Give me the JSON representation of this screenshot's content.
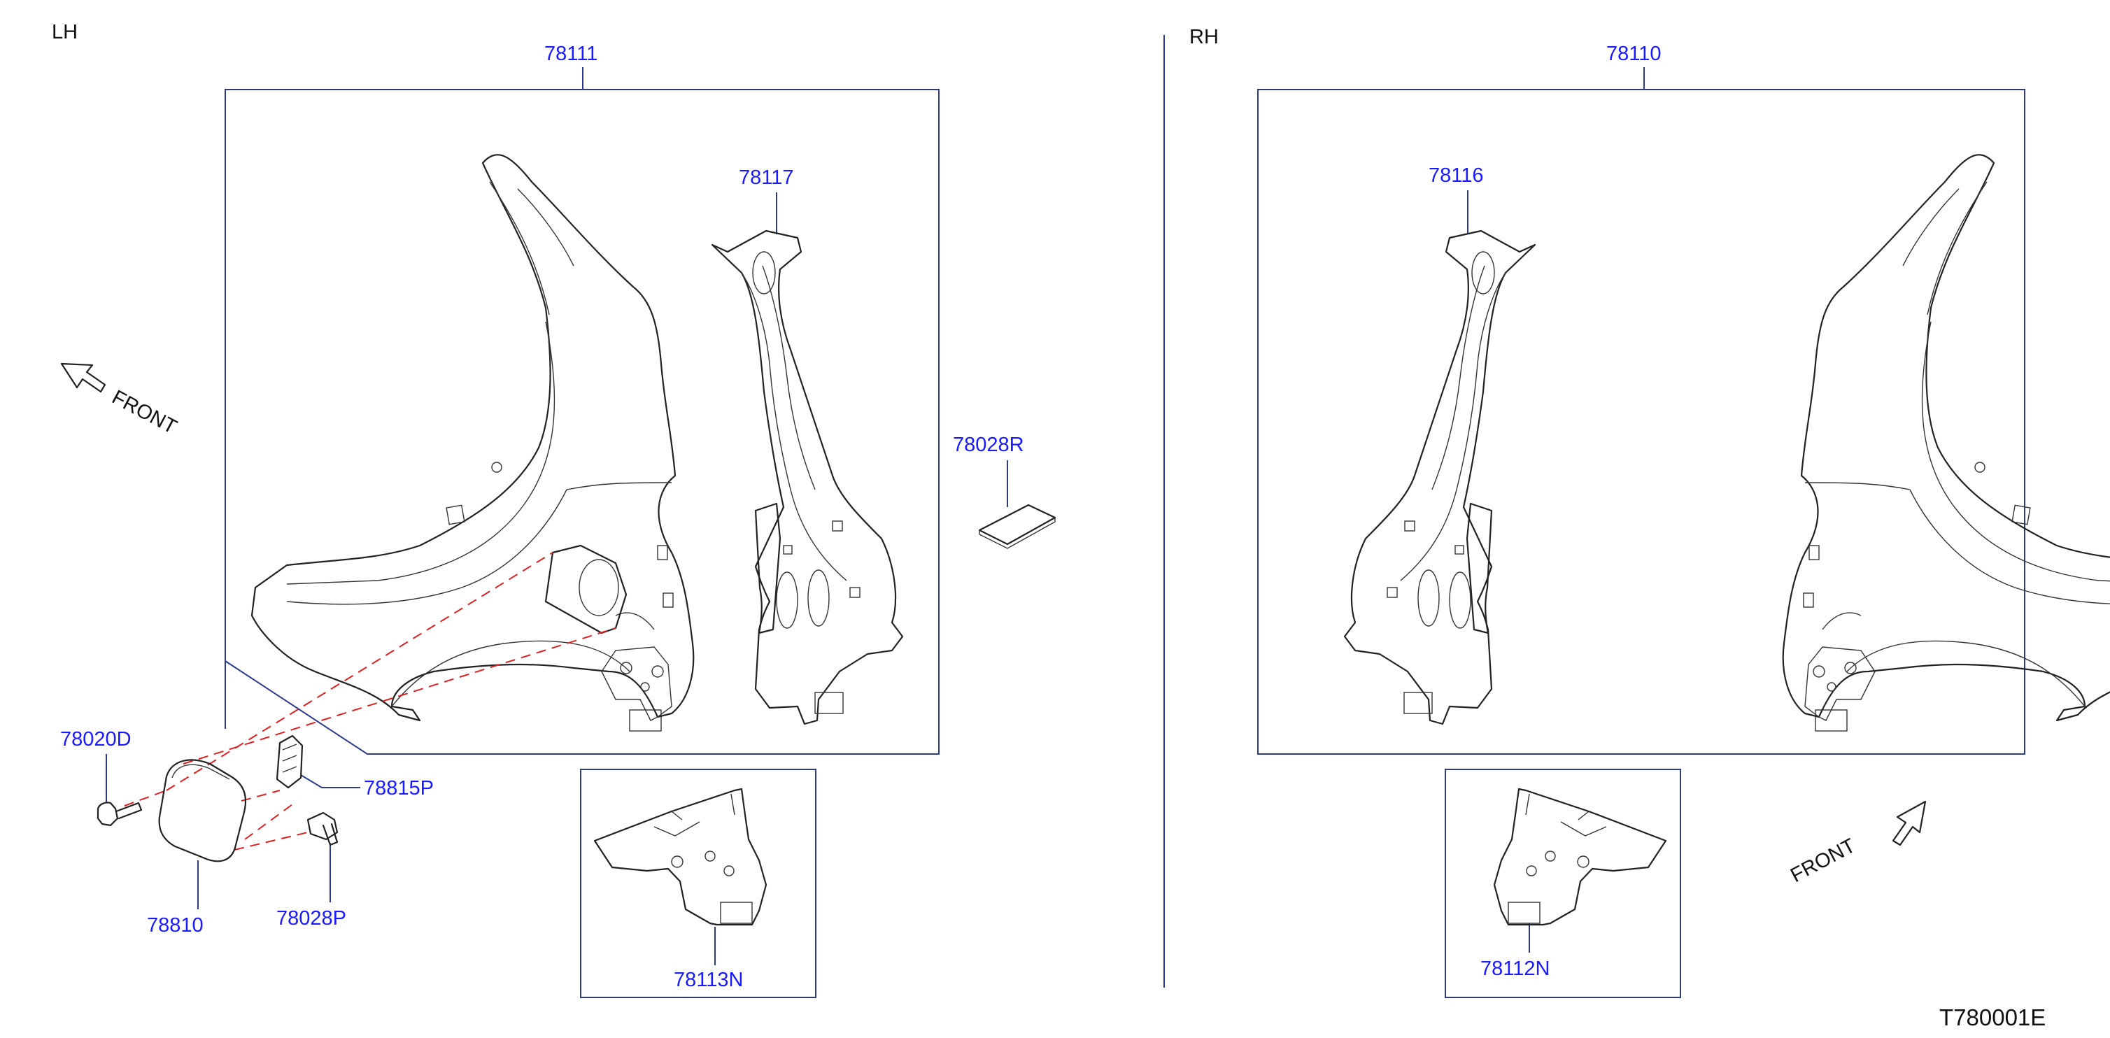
{
  "sides": {
    "left": "LH",
    "right": "RH"
  },
  "front_label": "FRONT",
  "drawing_number": "T780001E",
  "part_numbers": {
    "p78111": "78111",
    "p78110": "78110",
    "p78117": "78117",
    "p78116": "78116",
    "p78028R": "78028R",
    "p78020D": "78020D",
    "p78815P": "78815P",
    "p78810": "78810",
    "p78028P": "78028P",
    "p78113N": "78113N",
    "p78112N": "78112N"
  },
  "colors": {
    "callout": "#1a1aff",
    "frame": "#2a3b8f",
    "leader_dash": "#e02020",
    "line_art": "#222222"
  }
}
